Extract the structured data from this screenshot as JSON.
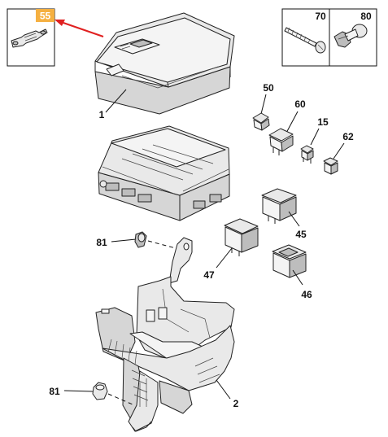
{
  "callouts": {
    "p55": "55",
    "p70": "70",
    "p80": "80",
    "p1": "1",
    "p50": "50",
    "p60": "60",
    "p15": "15",
    "p62": "62",
    "p81_top": "81",
    "p45": "45",
    "p47": "47",
    "p46": "46",
    "p81_bottom": "81",
    "p2": "2"
  },
  "colors": {
    "highlight_box": "#f5b041",
    "highlight_text": "#ffffff",
    "pointer_arrow": "#e02020",
    "line": "#222222",
    "part_fill": "#e9e9e9"
  }
}
